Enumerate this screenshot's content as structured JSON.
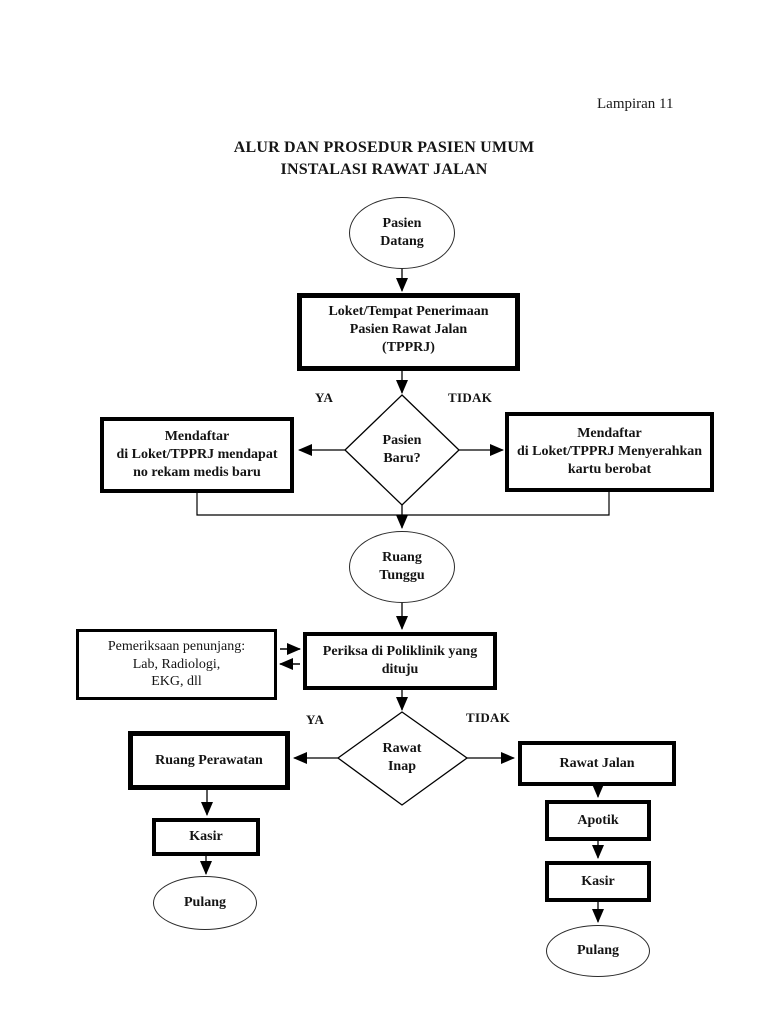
{
  "page": {
    "annotation": "Lampiran 11",
    "title_line1": "ALUR DAN PROSEDUR PASIEN UMUM",
    "title_line2": "INSTALASI RAWAT JALAN"
  },
  "flowchart": {
    "type": "flowchart",
    "decision_labels": {
      "yes": "YA",
      "no": "TIDAK"
    },
    "nodes": {
      "pasien_datang": {
        "shape": "oval",
        "label": "Pasien\nDatang"
      },
      "tpprj": {
        "shape": "rect",
        "label": "Loket/Tempat Penerimaan\nPasien Rawat Jalan\n(TPPRJ)"
      },
      "pasien_baru": {
        "shape": "diamond",
        "label": "Pasien\nBaru?"
      },
      "daftar_baru": {
        "shape": "rect",
        "label": "Mendaftar\ndi Loket/TPPRJ mendapat\nno rekam medis baru"
      },
      "daftar_lama": {
        "shape": "rect",
        "label": "Mendaftar\ndi Loket/TPPRJ Menyerahkan\nkartu berobat"
      },
      "ruang_tunggu": {
        "shape": "oval",
        "label": "Ruang\nTunggu"
      },
      "penunjang": {
        "shape": "rect",
        "label": "Pemeriksaan penunjang:\nLab, Radiologi,\nEKG, dll"
      },
      "poliklinik": {
        "shape": "rect",
        "label": "Periksa di Poliklinik yang\ndituju"
      },
      "rawat_inap": {
        "shape": "diamond",
        "label": "Rawat\nInap"
      },
      "ruang_perawatan": {
        "shape": "rect",
        "label": "Ruang Perawatan"
      },
      "kasir_inap": {
        "shape": "rect",
        "label": "Kasir"
      },
      "pulang_inap": {
        "shape": "oval",
        "label": "Pulang"
      },
      "rawat_jalan": {
        "shape": "rect",
        "label": "Rawat Jalan"
      },
      "apotik": {
        "shape": "rect",
        "label": "Apotik"
      },
      "kasir_jalan": {
        "shape": "rect",
        "label": "Kasir"
      },
      "pulang_jalan": {
        "shape": "oval",
        "label": "Pulang"
      }
    },
    "edges": [
      {
        "from": "pasien_datang",
        "to": "tpprj"
      },
      {
        "from": "tpprj",
        "to": "pasien_baru"
      },
      {
        "from": "pasien_baru",
        "to": "daftar_baru",
        "label": "YA"
      },
      {
        "from": "pasien_baru",
        "to": "daftar_lama",
        "label": "TIDAK"
      },
      {
        "from": "daftar_baru",
        "to": "ruang_tunggu"
      },
      {
        "from": "daftar_lama",
        "to": "ruang_tunggu"
      },
      {
        "from": "ruang_tunggu",
        "to": "poliklinik"
      },
      {
        "from": "poliklinik",
        "to": "penunjang",
        "style": "two-way"
      },
      {
        "from": "penunjang",
        "to": "poliklinik",
        "style": "two-way"
      },
      {
        "from": "poliklinik",
        "to": "rawat_inap"
      },
      {
        "from": "rawat_inap",
        "to": "ruang_perawatan",
        "label": "YA"
      },
      {
        "from": "rawat_inap",
        "to": "rawat_jalan",
        "label": "TIDAK"
      },
      {
        "from": "ruang_perawatan",
        "to": "kasir_inap"
      },
      {
        "from": "kasir_inap",
        "to": "pulang_inap"
      },
      {
        "from": "rawat_jalan",
        "to": "apotik"
      },
      {
        "from": "apotik",
        "to": "kasir_jalan"
      },
      {
        "from": "kasir_jalan",
        "to": "pulang_jalan"
      }
    ],
    "colors": {
      "line": "#000000",
      "box_border": "#000000",
      "background": "#ffffff"
    }
  }
}
